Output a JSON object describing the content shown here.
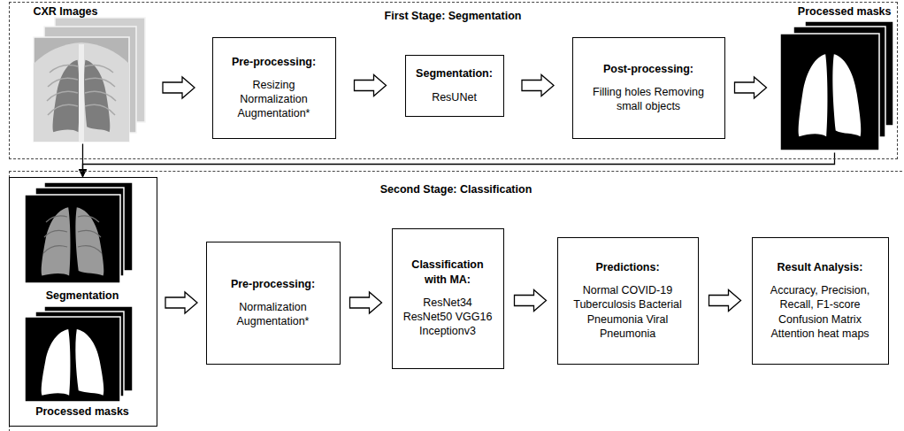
{
  "diagram": {
    "nodes": [
      {
        "text": [
          "First Stage: Segmentation"
        ]
      },
      {
        "text": [
          "CXR Images"
        ],
        "in": 0
      },
      {
        "text": [
          "Pre-processing:",
          "Resizing Normalization Augmentation*"
        ],
        "in": 0
      },
      {
        "text": [
          "Segmentation:",
          "ResUNet"
        ],
        "in": 0
      },
      {
        "text": [
          "Post-processing:",
          "Filling holes Removing small objects"
        ],
        "in": 0
      },
      {
        "text": [
          "Processed masks"
        ],
        "in": 0
      },
      {
        "text": [
          "Second Stage: Classification"
        ]
      },
      {
        "text": [
          "Segmentation",
          "Processed masks"
        ],
        "in": 6
      },
      {
        "text": [
          "Pre-processing:",
          "Normalization Augmentation*"
        ],
        "in": 6
      },
      {
        "text": [
          "Classification with MA:",
          "ResNet34 ResNet50 VGG16 Inceptionv3"
        ],
        "in": 6
      },
      {
        "text": [
          "Predictions:",
          "Normal COVID-19 Tuberculosis Bacterial Pneumonia Viral Pneumonia"
        ],
        "in": 6
      },
      {
        "text": [
          "Result Analysis:",
          "Accuracy, Precision, Recall, F1-score Confusion Matrix Attention heat maps"
        ],
        "in": 6
      }
    ],
    "edges": [
      {
        "from": 1,
        "to": 2,
        "arrow": "to"
      },
      {
        "from": 2,
        "to": 3,
        "arrow": "to"
      },
      {
        "from": 3,
        "to": 4,
        "arrow": "to"
      },
      {
        "from": 4,
        "to": 5,
        "arrow": "to"
      },
      {
        "from": 1,
        "to": 7,
        "arrow": "to"
      },
      {
        "from": 5,
        "to": 7,
        "arrow": "to"
      },
      {
        "from": 7,
        "to": 8,
        "arrow": "to"
      },
      {
        "from": 8,
        "to": 9,
        "arrow": "to"
      },
      {
        "from": 9,
        "to": 10,
        "arrow": "to"
      },
      {
        "from": 10,
        "to": 11,
        "arrow": "to"
      }
    ]
  }
}
